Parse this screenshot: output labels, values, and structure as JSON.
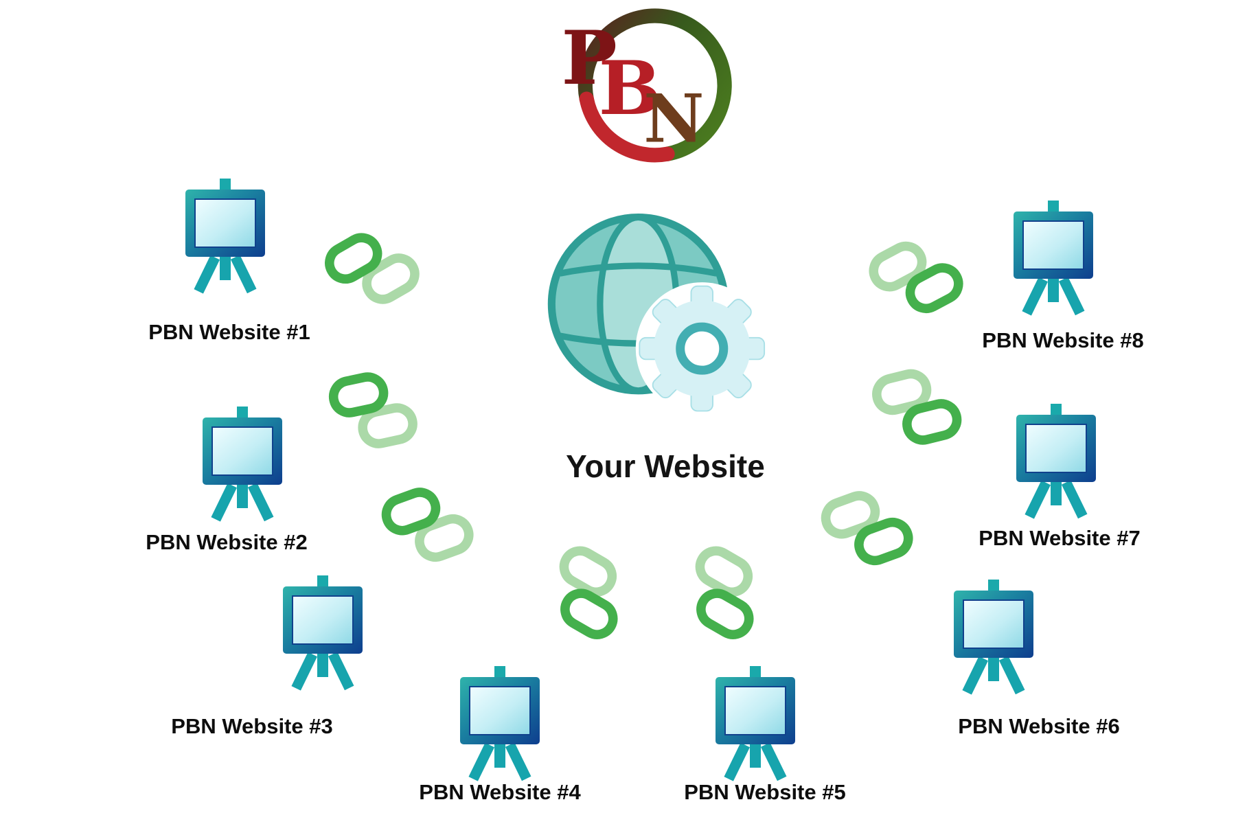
{
  "logo": {
    "letter_p": "P",
    "letter_b": "B",
    "letter_n": "N"
  },
  "center": {
    "label": "Your Website"
  },
  "nodes": [
    {
      "label": "PBN Website #1"
    },
    {
      "label": "PBN Website #2"
    },
    {
      "label": "PBN Website #3"
    },
    {
      "label": "PBN Website #4"
    },
    {
      "label": "PBN Website #5"
    },
    {
      "label": "PBN Website #6"
    },
    {
      "label": "PBN Website #7"
    },
    {
      "label": "PBN Website #8"
    }
  ],
  "colors": {
    "chain_dark_green": "#44b04c",
    "chain_light_green": "#abd9a8",
    "easel_teal": "#17a6ab",
    "easel_navy": "#0e3e8e",
    "easel_screen": "#bdeef5",
    "globe_teal": "#2f9e96",
    "gear_fill": "#d6f1f5",
    "logo_red": "#c1272d",
    "logo_dark_red": "#7d1416",
    "logo_crimson": "#b61f26",
    "logo_brown": "#6e3d1d",
    "logo_green": "#4a7a1f",
    "text_color": "#0d0d0d"
  }
}
